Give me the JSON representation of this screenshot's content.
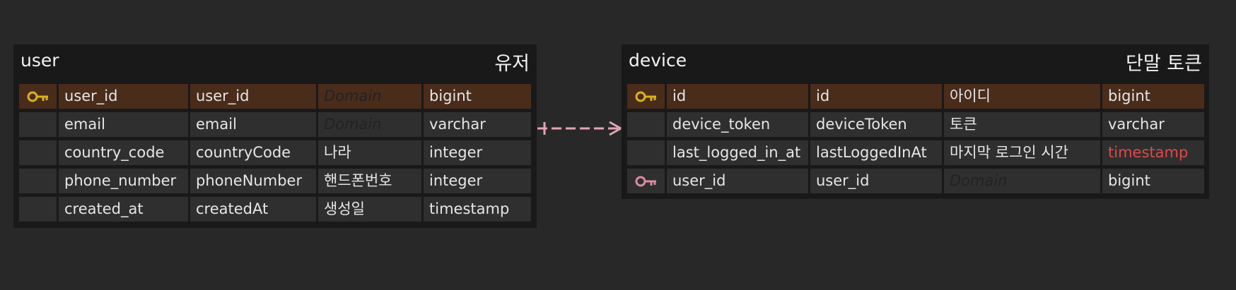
{
  "colors": {
    "canvas_bg": "#282828",
    "entity_bg": "#191919",
    "cell_bg": "#2f2f2f",
    "pk_row_bg": "#4a2c1b",
    "pk_icon": "#d9b21e",
    "fk_icon": "#d98ba0",
    "relationship_line": "#e2a4b2",
    "warning_text": "#e04848"
  },
  "entities": {
    "user": {
      "name": "user",
      "comment": "유저",
      "columns": [
        {
          "key": "pk-icon",
          "name": "user_id",
          "logical": "user_id",
          "domain": "Domain",
          "type": "bigint"
        },
        {
          "key": "",
          "name": "email",
          "logical": "email",
          "domain": "Domain",
          "type": "varchar"
        },
        {
          "key": "",
          "name": "country_code",
          "logical": "countryCode",
          "domain": "나라",
          "type": "integer"
        },
        {
          "key": "",
          "name": "phone_number",
          "logical": "phoneNumber",
          "domain": "핸드폰번호",
          "type": "integer"
        },
        {
          "key": "",
          "name": "created_at",
          "logical": "createdAt",
          "domain": "생성일",
          "type": "timestamp"
        }
      ]
    },
    "device": {
      "name": "device",
      "comment": "단말 토큰",
      "columns": [
        {
          "key": "pk-icon",
          "name": "id",
          "logical": "id",
          "domain": "아이디",
          "type": "bigint"
        },
        {
          "key": "",
          "name": "device_token",
          "logical": "deviceToken",
          "domain": "토큰",
          "type": "varchar"
        },
        {
          "key": "",
          "name": "last_logged_in_at",
          "logical": "lastLoggedInAt",
          "domain": "마지막 로그인 시간",
          "type": "timestamp"
        },
        {
          "key": "fk-icon",
          "name": "user_id",
          "logical": "user_id",
          "domain": "Domain",
          "type": "bigint"
        }
      ]
    }
  }
}
